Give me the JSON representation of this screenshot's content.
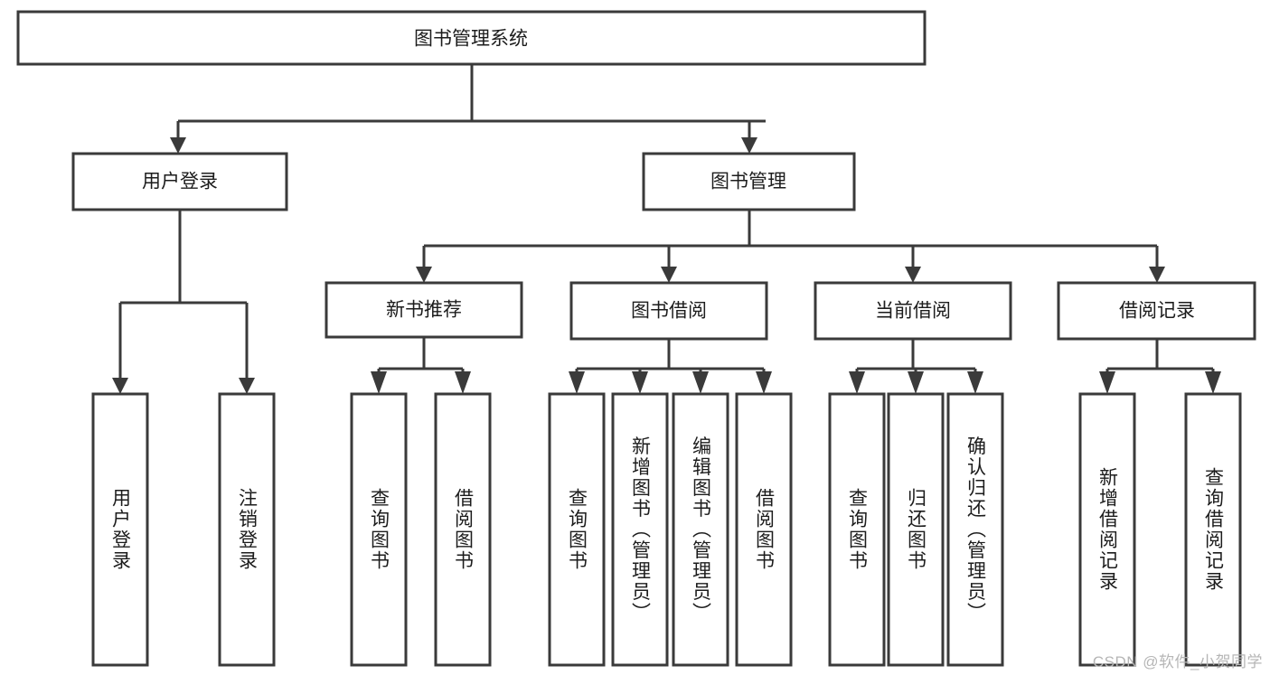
{
  "diagram": {
    "type": "tree-hierarchy-flowchart",
    "root": {
      "label": "图书管理系统"
    },
    "level1": [
      {
        "label": "用户登录"
      },
      {
        "label": "图书管理"
      }
    ],
    "level2": [
      {
        "label": "新书推荐"
      },
      {
        "label": "图书借阅"
      },
      {
        "label": "当前借阅"
      },
      {
        "label": "借阅记录"
      }
    ],
    "leaves": {
      "user_login": [
        {
          "label": "用户登录"
        },
        {
          "label": "注销登录"
        }
      ],
      "new_book_recommend": [
        {
          "label": "查询图书"
        },
        {
          "label": "借阅图书"
        }
      ],
      "book_borrow": [
        {
          "label": "查询图书"
        },
        {
          "label": "新增图书（管理员）"
        },
        {
          "label": "编辑图书（管理员）"
        },
        {
          "label": "借阅图书"
        }
      ],
      "current_borrow": [
        {
          "label": "查询图书"
        },
        {
          "label": "归还图书"
        },
        {
          "label": "确认归还（管理员）"
        }
      ],
      "borrow_record": [
        {
          "label": "新增借阅记录"
        },
        {
          "label": "查询借阅记录"
        }
      ]
    }
  },
  "watermark": {
    "text": "CSDN @软件_小贺同学"
  },
  "colors": {
    "stroke": "#3a3a3a",
    "fill": "#ffffff",
    "text": "#1c1c1c",
    "watermark": "#b6b6b6"
  }
}
